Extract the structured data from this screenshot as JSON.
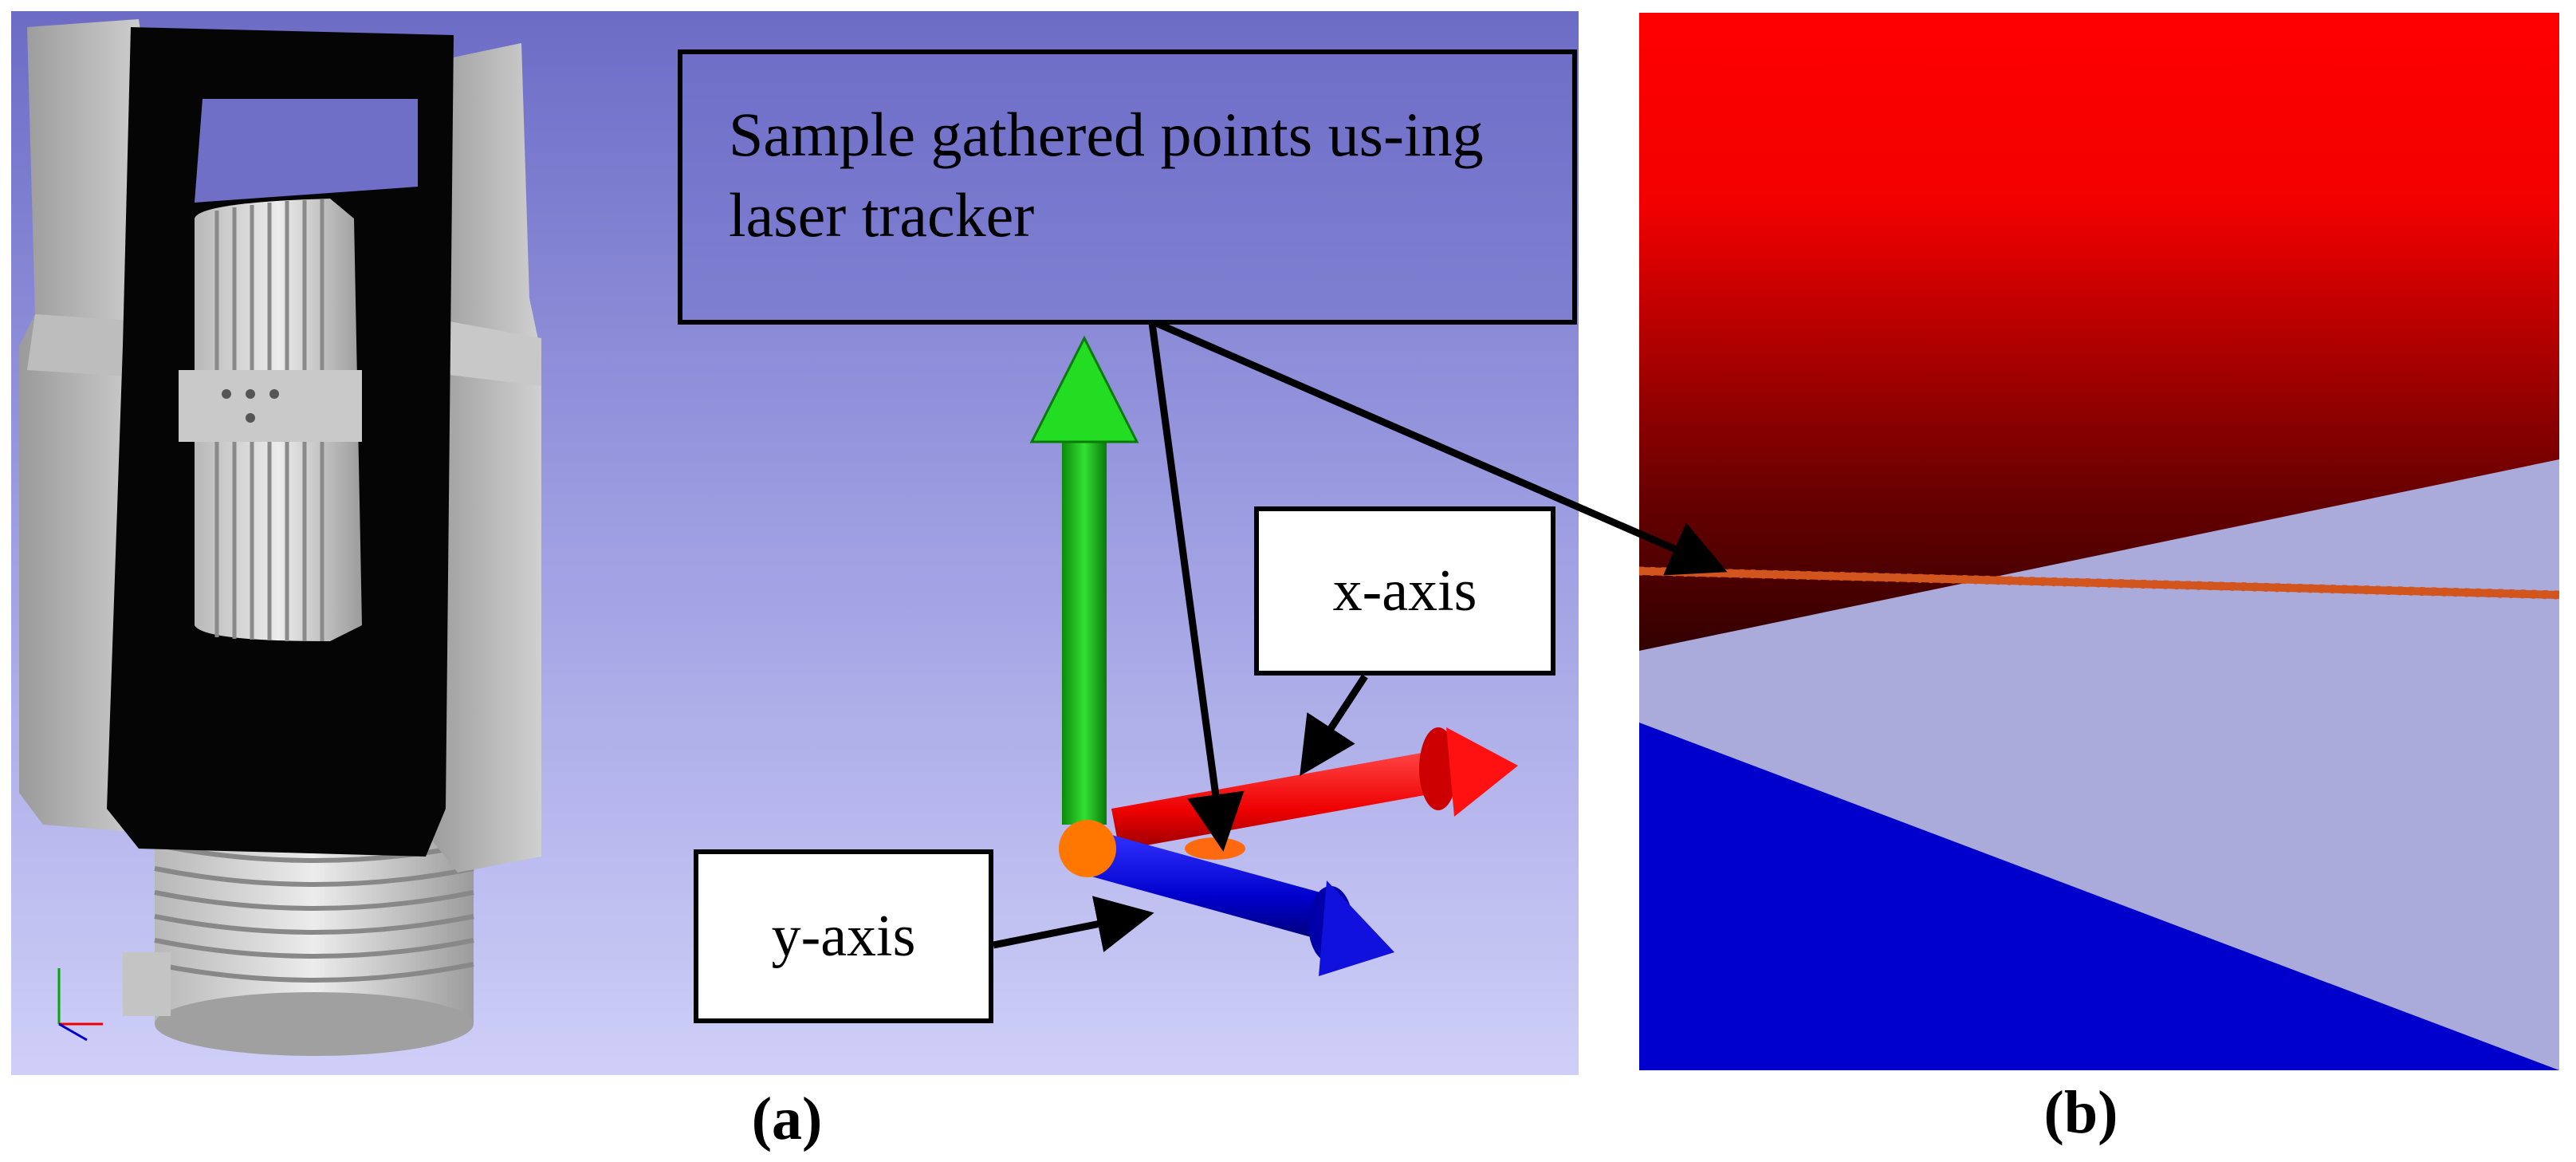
{
  "panel_a": {
    "callout_text": "Sample gathered points us-ing laser tracker",
    "x_axis_label": "x-axis",
    "y_axis_label": "y-axis",
    "caption": "(a)",
    "colors": {
      "x_axis": "#ff1111",
      "y_axis": "#0000cc",
      "z_axis": "#11cc11",
      "origin": "#ff7700"
    }
  },
  "panel_b": {
    "caption": "(b)",
    "colors": {
      "red_plane": "#ff0000",
      "blue_plane": "#0000cc",
      "point_line": "#d2551e",
      "background": "#aaaadb"
    }
  }
}
